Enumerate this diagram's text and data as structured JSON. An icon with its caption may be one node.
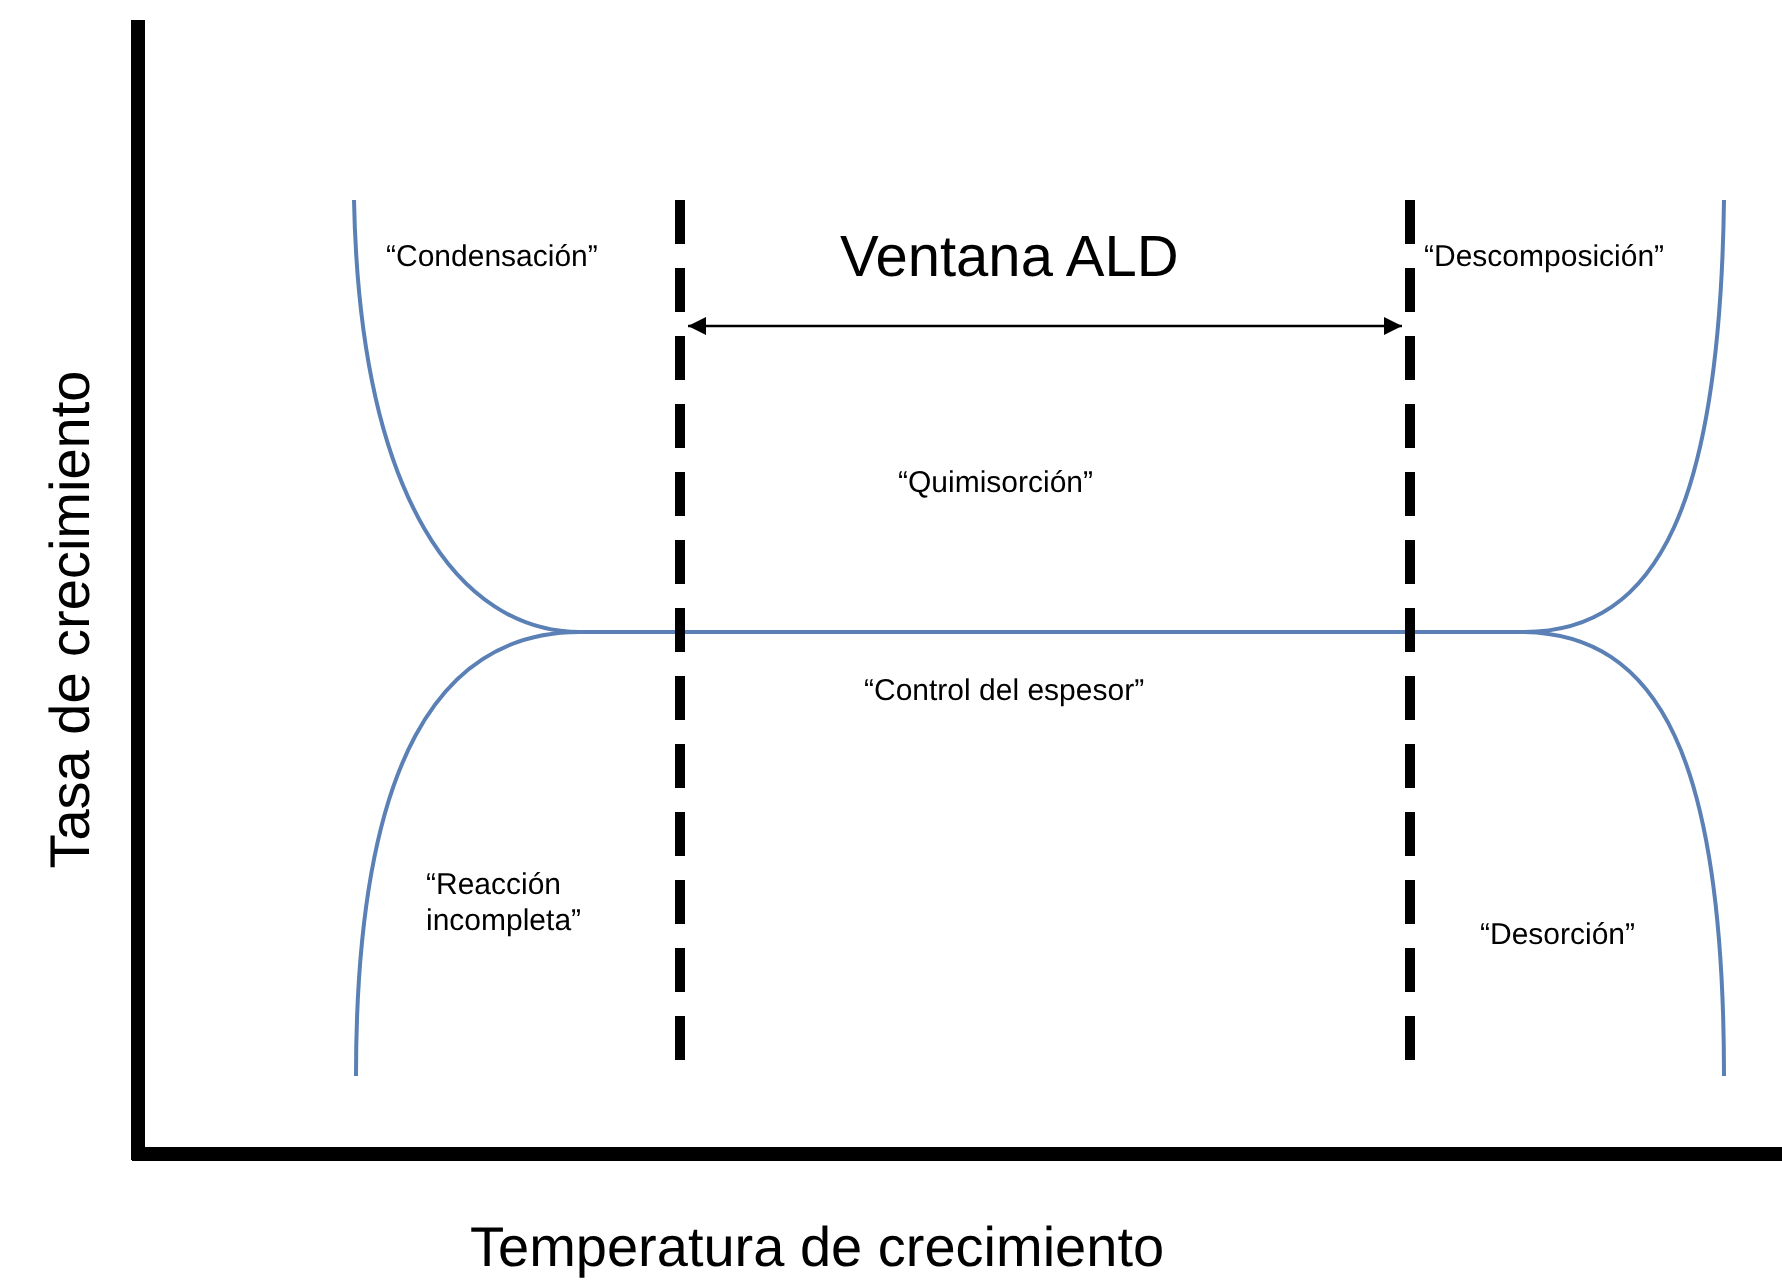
{
  "diagram": {
    "labels": [
      "Tasa de crecimiento",
      "“Condensación”",
      "Ventana ALD",
      "“Descomposición”",
      "“Quimisorción”",
      "“Control del espesor”",
      "“Reacción incompleta”",
      "“Desorción”",
      "Temperatura de crecimiento"
    ]
  }
}
